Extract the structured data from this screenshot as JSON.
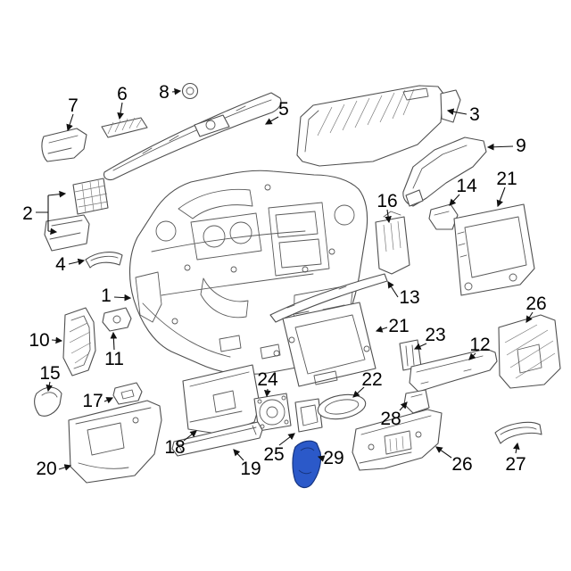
{
  "diagram": {
    "kind": "exploded-parts-diagram",
    "highlighted_callout": "29"
  },
  "colors": {
    "background": "#ffffff",
    "part_line": "#4f4f4f",
    "leader_line": "#111111",
    "callout_text": "#000000",
    "highlight_fill": "#2b59c9"
  },
  "callouts": [
    {
      "label": "7"
    },
    {
      "label": "6"
    },
    {
      "label": "8"
    },
    {
      "label": "5"
    },
    {
      "label": "3"
    },
    {
      "label": "9"
    },
    {
      "label": "2"
    },
    {
      "label": "14"
    },
    {
      "label": "21"
    },
    {
      "label": "16"
    },
    {
      "label": "4"
    },
    {
      "label": "1"
    },
    {
      "label": "13"
    },
    {
      "label": "10"
    },
    {
      "label": "11"
    },
    {
      "label": "21"
    },
    {
      "label": "26"
    },
    {
      "label": "15"
    },
    {
      "label": "23"
    },
    {
      "label": "12"
    },
    {
      "label": "17"
    },
    {
      "label": "24"
    },
    {
      "label": "22"
    },
    {
      "label": "18"
    },
    {
      "label": "28"
    },
    {
      "label": "25"
    },
    {
      "label": "29"
    },
    {
      "label": "19"
    },
    {
      "label": "26"
    },
    {
      "label": "20"
    },
    {
      "label": "27"
    }
  ]
}
